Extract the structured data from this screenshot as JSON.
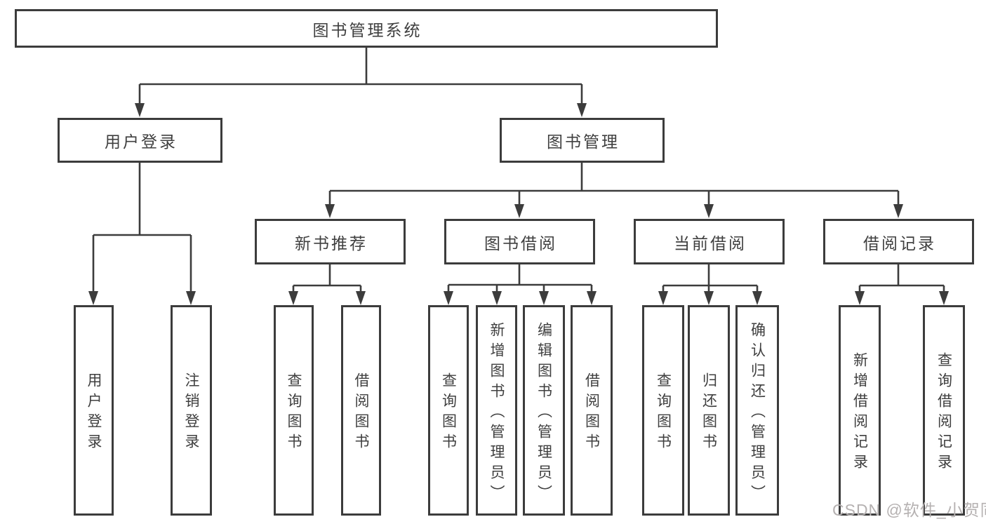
{
  "diagram_type": "hierarchy-tree",
  "tree": {
    "label": "图书管理系统",
    "children": [
      {
        "label": "用户登录",
        "children": [
          {
            "label": "用户登录"
          },
          {
            "label": "注销登录"
          }
        ]
      },
      {
        "label": "图书管理",
        "children": [
          {
            "label": "新书推荐",
            "children": [
              {
                "label": "查询图书"
              },
              {
                "label": "借阅图书"
              }
            ]
          },
          {
            "label": "图书借阅",
            "children": [
              {
                "label": "查询图书"
              },
              {
                "label": "新增图书（管理员）"
              },
              {
                "label": "编辑图书（管理员）"
              },
              {
                "label": "借阅图书"
              }
            ]
          },
          {
            "label": "当前借阅",
            "children": [
              {
                "label": "查询图书"
              },
              {
                "label": "归还图书"
              },
              {
                "label": "确认归还（管理员）"
              }
            ]
          },
          {
            "label": "借阅记录",
            "children": [
              {
                "label": "新增借阅记录"
              },
              {
                "label": "查询借阅记录"
              }
            ]
          }
        ]
      }
    ]
  },
  "watermark": "CSDN @软件_小贺同学",
  "colors": {
    "box_border": "#3c3c3c",
    "connector": "#3c3c3c",
    "text": "#3f3f3f",
    "background": "#ffffff",
    "watermark": "#b5b1b1"
  }
}
